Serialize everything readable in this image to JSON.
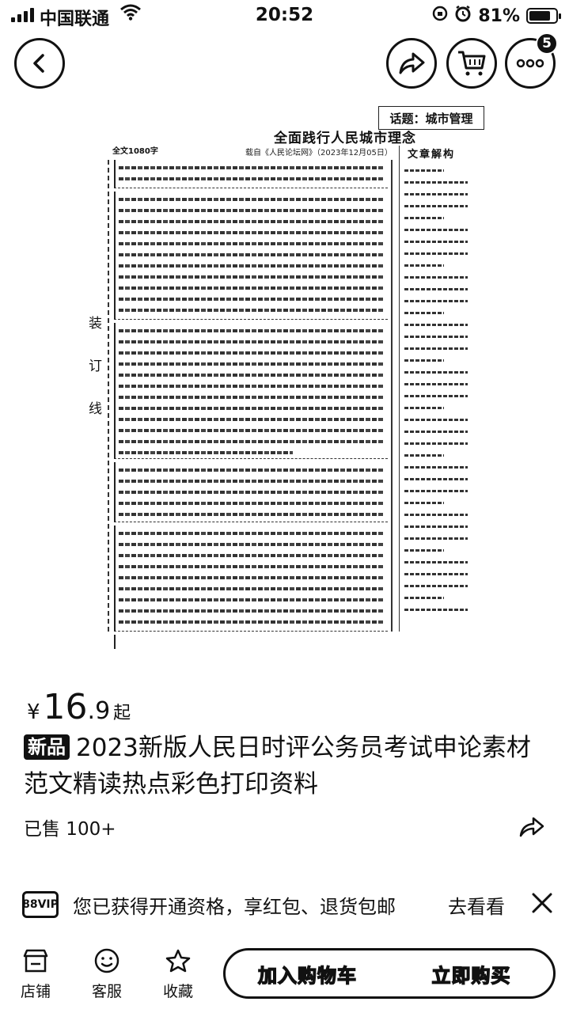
{
  "status_bar": {
    "carrier": "中国联通",
    "time": "20:52",
    "battery": "81%",
    "battery_level": 0.81
  },
  "header": {
    "cart_badge": "5"
  },
  "document_image": {
    "tag": "话题：城市管理",
    "title": "全面践行人民城市理念",
    "source": "载自《人民论坛网》（2023年12月05日）",
    "word_count": "全文1080字",
    "side_title": "文章解构",
    "binding_chars": [
      "装",
      "订",
      "线"
    ]
  },
  "product": {
    "price_currency": "¥",
    "price_int": "16",
    "price_dec": ".9",
    "price_suffix": "起",
    "new_badge": "新品",
    "title": "2023新版人民日时评公务员考试申论素材范文精读热点彩色打印资料",
    "sold": "已售 100+"
  },
  "vip_banner": {
    "badge": "88VIP",
    "text": "您已获得开通资格，享红包、退货包邮",
    "link": "去看看"
  },
  "bottom_bar": {
    "shop": "店铺",
    "service": "客服",
    "favorite": "收藏",
    "add_to_cart": "加入购物车",
    "buy_now": "立即购买"
  }
}
